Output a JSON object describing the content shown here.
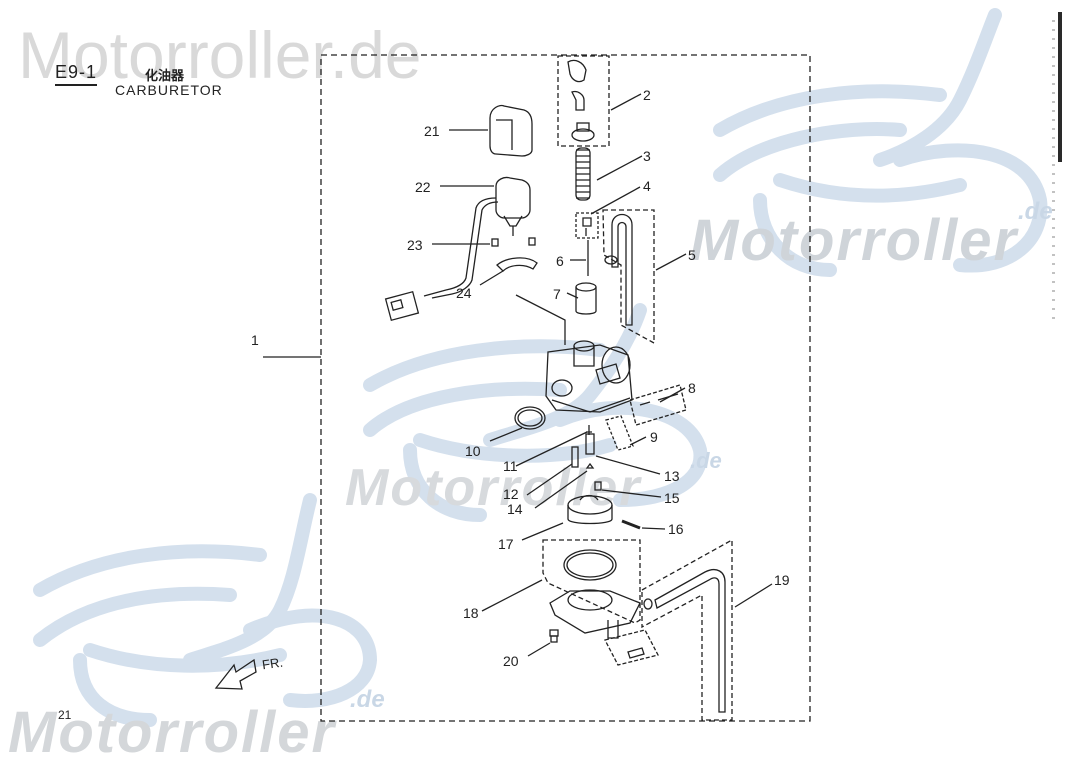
{
  "page": {
    "section_code": "E9-1",
    "title_cn": "化油器",
    "title_en": "CARBURETOR",
    "page_number": "21",
    "direction_label": "FR."
  },
  "watermarks": {
    "top_left": "Motorroller.de",
    "mid_right": "Motorroller",
    "mid_right_suffix": ".de",
    "center": "Motorroller",
    "center_suffix": ".de",
    "bottom_left": "Motorroller",
    "bottom_left_suffix": ".de",
    "logo_icon": "scooter-logo-icon",
    "logo_color": "#c9d9ea",
    "text_color": "#d9d9d9"
  },
  "callouts": [
    {
      "id": "1",
      "label": "1"
    },
    {
      "id": "2",
      "label": "2"
    },
    {
      "id": "3",
      "label": "3"
    },
    {
      "id": "4",
      "label": "4"
    },
    {
      "id": "5",
      "label": "5"
    },
    {
      "id": "6",
      "label": "6"
    },
    {
      "id": "7",
      "label": "7"
    },
    {
      "id": "8",
      "label": "8"
    },
    {
      "id": "9",
      "label": "9"
    },
    {
      "id": "10",
      "label": "10"
    },
    {
      "id": "11",
      "label": "11"
    },
    {
      "id": "12",
      "label": "12"
    },
    {
      "id": "13",
      "label": "13"
    },
    {
      "id": "14",
      "label": "14"
    },
    {
      "id": "15",
      "label": "15"
    },
    {
      "id": "16",
      "label": "16"
    },
    {
      "id": "17",
      "label": "17"
    },
    {
      "id": "18",
      "label": "18"
    },
    {
      "id": "19",
      "label": "19"
    },
    {
      "id": "20",
      "label": "20"
    },
    {
      "id": "21",
      "label": "21"
    },
    {
      "id": "22",
      "label": "22"
    },
    {
      "id": "23",
      "label": "23"
    },
    {
      "id": "24",
      "label": "24"
    }
  ],
  "colors": {
    "ink": "#222222",
    "paper": "#ffffff"
  }
}
